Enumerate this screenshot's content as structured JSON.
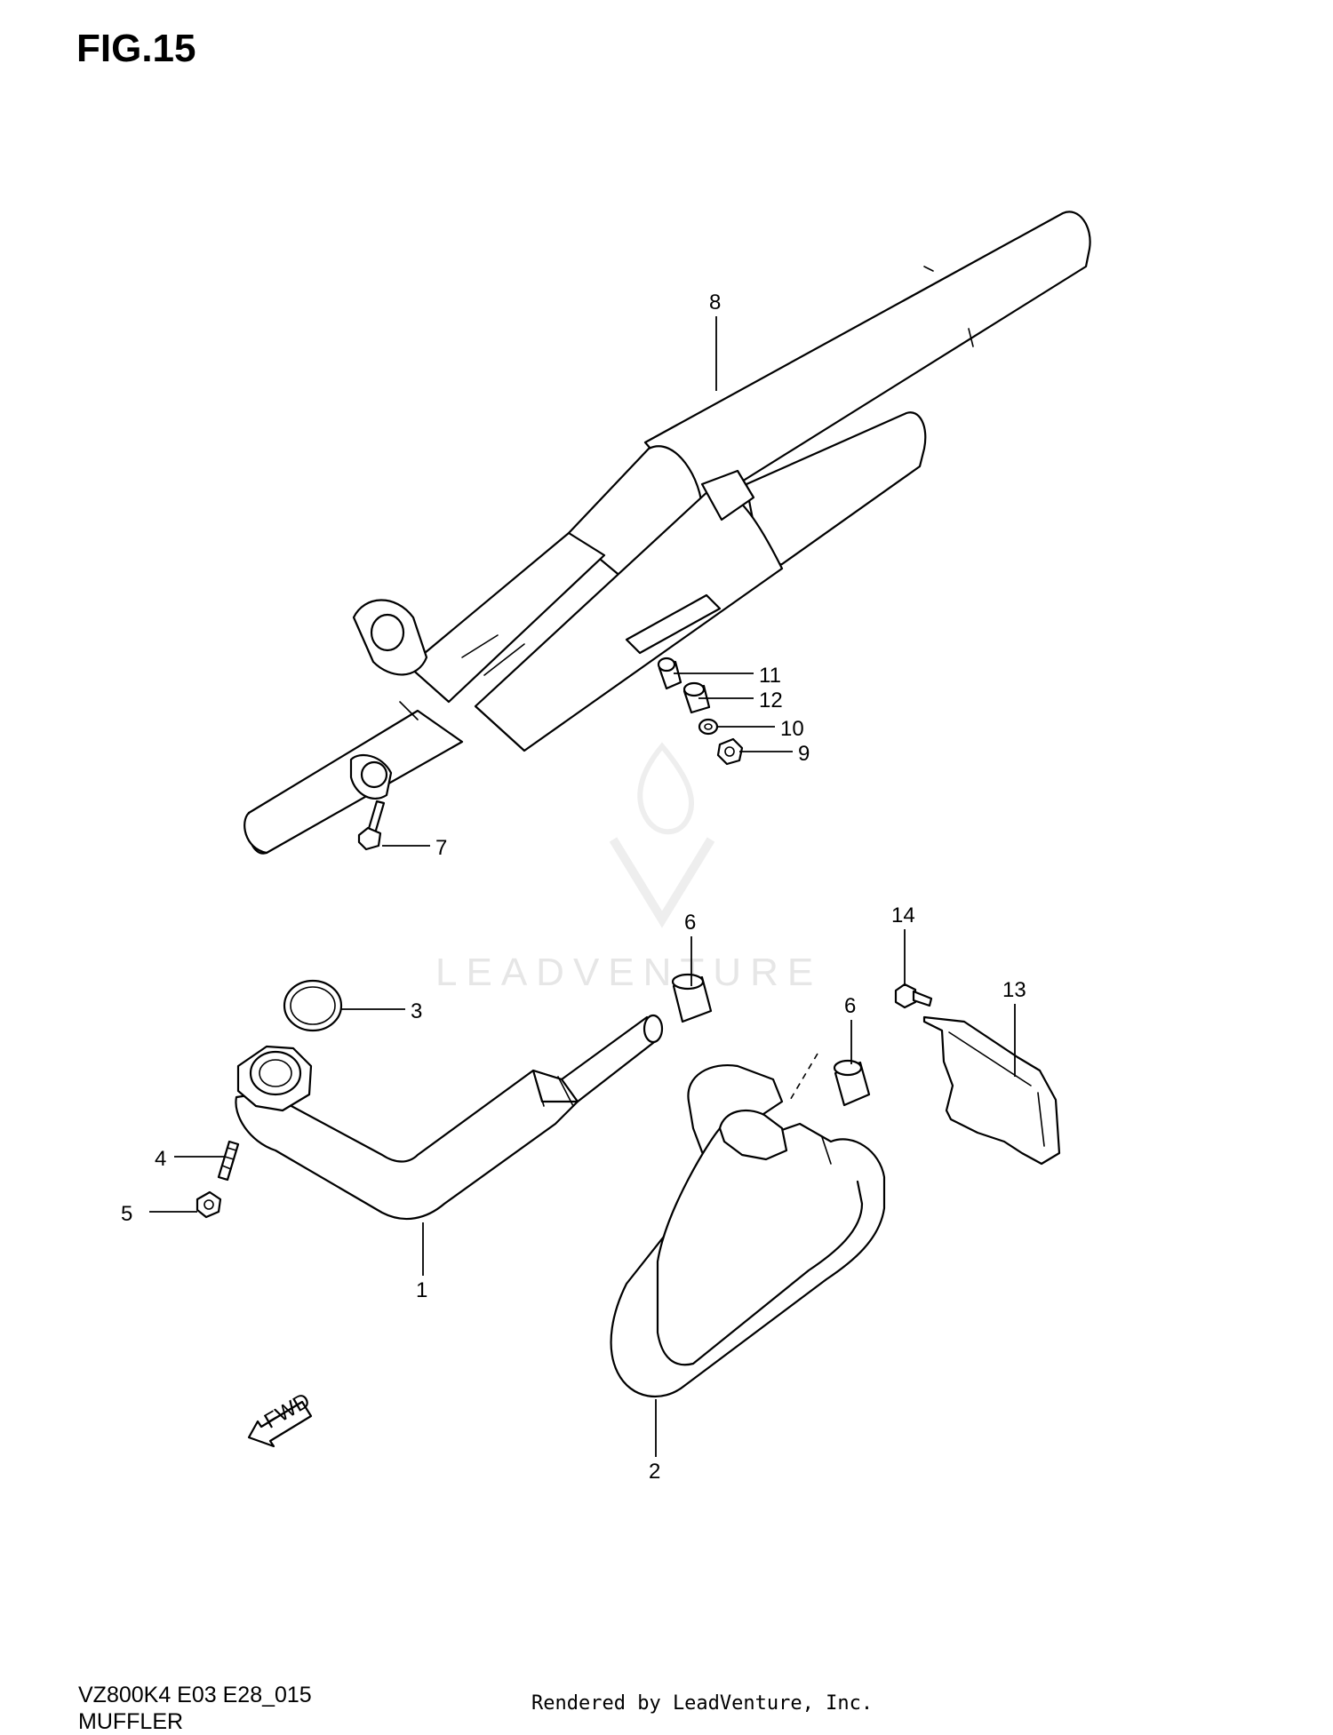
{
  "figure": {
    "title": "FIG.15"
  },
  "callouts": [
    {
      "id": "1",
      "label": "1"
    },
    {
      "id": "2",
      "label": "2"
    },
    {
      "id": "3",
      "label": "3"
    },
    {
      "id": "4",
      "label": "4"
    },
    {
      "id": "5",
      "label": "5"
    },
    {
      "id": "6a",
      "label": "6"
    },
    {
      "id": "6b",
      "label": "6"
    },
    {
      "id": "7",
      "label": "7"
    },
    {
      "id": "8",
      "label": "8"
    },
    {
      "id": "9",
      "label": "9"
    },
    {
      "id": "10",
      "label": "10"
    },
    {
      "id": "11",
      "label": "11"
    },
    {
      "id": "12",
      "label": "12"
    },
    {
      "id": "13",
      "label": "13"
    },
    {
      "id": "14",
      "label": "14"
    }
  ],
  "fwd_arrow": {
    "label": "FWD"
  },
  "watermark": {
    "text": "LEADVENTURE"
  },
  "footer": {
    "model_code": "VZ800K4 E03 E28_015",
    "caption": "MUFFLER",
    "rendered_by": "Rendered by LeadVenture, Inc."
  }
}
